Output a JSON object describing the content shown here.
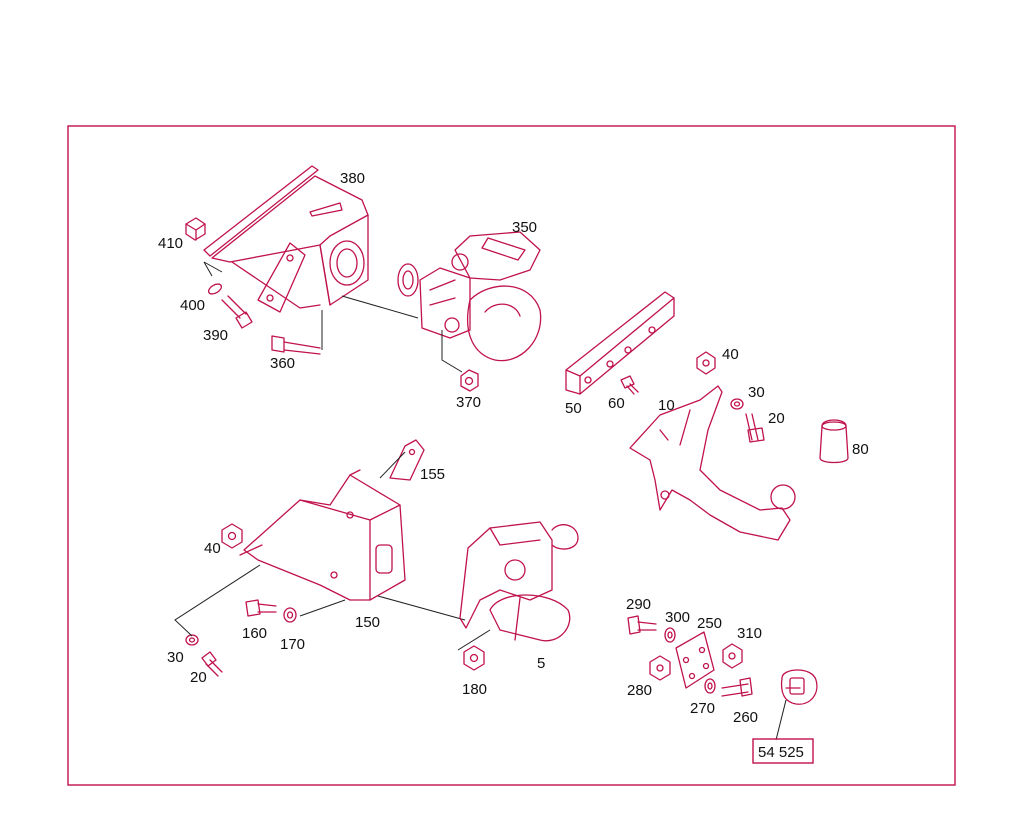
{
  "colors": {
    "accent": "#c0124e",
    "text": "#111111",
    "background": "#ffffff"
  },
  "labels": {
    "p410": "410",
    "p380": "380",
    "p350": "350",
    "p400": "400",
    "p390": "390",
    "p360": "360",
    "p370": "370",
    "p50": "50",
    "p60": "60",
    "p10": "10",
    "p40a": "40",
    "p30a": "30",
    "p20a": "20",
    "p80": "80",
    "p155": "155",
    "p40b": "40",
    "p150": "150",
    "p160": "160",
    "p170": "170",
    "p30b": "30",
    "p20b": "20",
    "p180": "180",
    "p5": "5",
    "p290": "290",
    "p300": "300",
    "p250": "250",
    "p310": "310",
    "p280": "280",
    "p270": "270",
    "p260": "260"
  },
  "reference": "54 525"
}
